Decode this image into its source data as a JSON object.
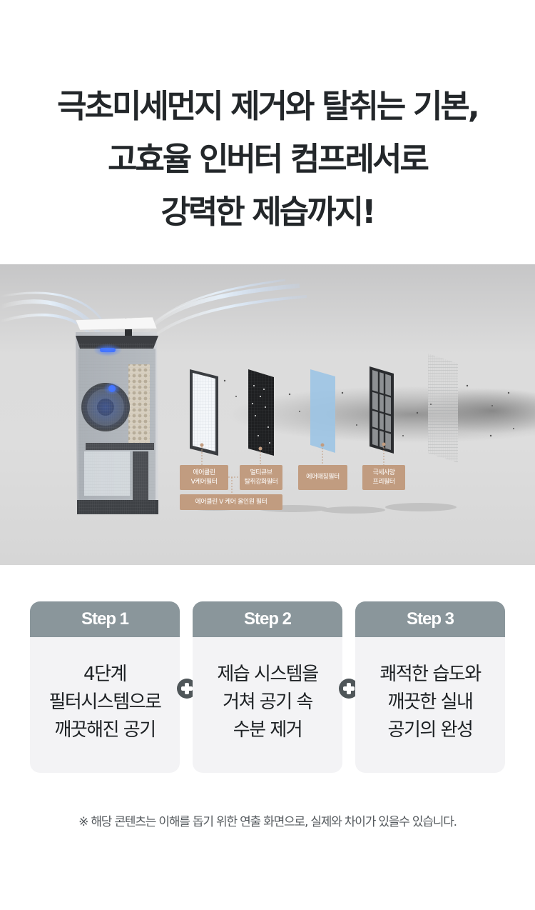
{
  "headline": {
    "lines": [
      "극초미세먼지 제거와 탈취는 기본,",
      "고효율 인버터 컴프레서로",
      "강력한 제습까지!"
    ]
  },
  "hero": {
    "description": "dehumidifier cutaway with exploded 4-stage filter system",
    "labels": {
      "aircare_v_filter": "에어클린\nV케어필터",
      "multicube_deodorizing": "멀티큐브\n탈취강화필터",
      "all_in_one": "에어클린 V 케어 올인원 필터",
      "air_matching": "에어매칭필터",
      "microfiber_prefilter": "극세사망\n프리필터"
    },
    "colors": {
      "label_bg": "#c19c80",
      "led_blue": "#3b6cff",
      "matching_filter_blue": "#9cc4e4"
    }
  },
  "steps": [
    {
      "title": "Step 1",
      "lines": [
        "4단계",
        "필터시스템으로",
        "깨끗해진 공기"
      ]
    },
    {
      "title": "Step 2",
      "lines": [
        "제습 시스템을",
        "거쳐 공기 속",
        "수분 제거"
      ]
    },
    {
      "title": "Step 3",
      "lines": [
        "쾌적한 습도와",
        "깨끗한 실내",
        "공기의 완성"
      ]
    }
  ],
  "connector_icon": "plus-circle-icon",
  "colors": {
    "step_header_bg": "#8a969b",
    "step_body_bg": "#f3f3f5",
    "plus_icon": "#4f5659",
    "headline": "#23272a"
  },
  "disclaimer": "※ 해당 콘텐츠는 이해를 돕기 위한 연출 화면으로, 실제와 차이가 있을수 있습니다."
}
